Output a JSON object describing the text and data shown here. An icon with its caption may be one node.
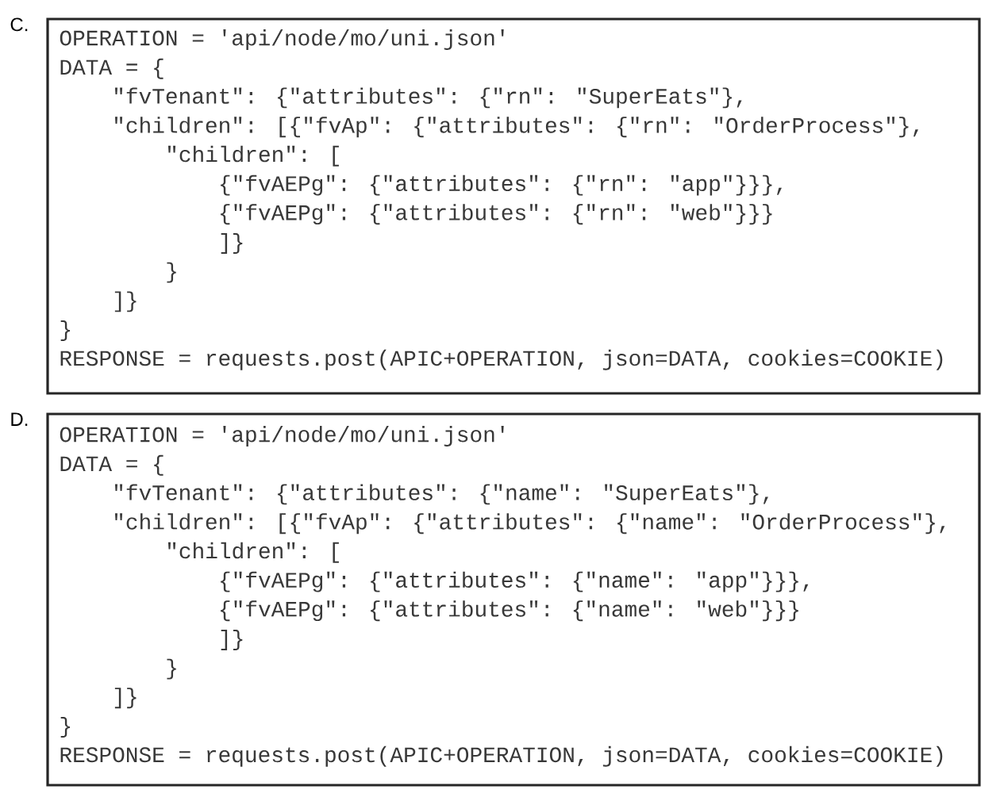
{
  "diagram": {
    "nodes": [
      {
        "text": [
          "OPERATION = 'api/node/mo/uni.json'",
          "DATA = {",
          "\"fvTenant\": {\"attributes\": {\"rn\": \"SuperEats\"},",
          "\"children\": [{\"fvAp\": {\"attributes\": {\"rn\": \"OrderProcess\"},",
          "\"children\": [",
          "{\"fvAEPg\": {\"attributes\": {\"rn\": \"app\"}}},",
          "{\"fvAEPg\": {\"attributes\": {\"rn\": \"web\"}}}",
          "]}",
          "}",
          "]}",
          "}",
          "RESPONSE = requests.post(APIC+OPERATION, json=DATA, cookies=COOKIE)"
        ],
        "beside": [
          "C."
        ]
      },
      {
        "text": [
          "OPERATION = 'api/node/mo/uni.json'",
          "DATA = {",
          "\"fvTenant\": {\"attributes\": {\"name\": \"SuperEats\"},",
          "\"children\": [{\"fvAp\": {\"attributes\": {\"name\": \"OrderProcess\"},",
          "\"children\": [",
          "{\"fvAEPg\": {\"attributes\": {\"name\": \"app\"}}},",
          "{\"fvAEPg\": {\"attributes\": {\"name\": \"web\"}}}",
          "]}",
          "}",
          "]}",
          "}",
          "RESPONSE = requests.post(APIC+OPERATION, json=DATA, cookies=COOKIE)"
        ],
        "beside": [
          "D."
        ]
      }
    ]
  }
}
